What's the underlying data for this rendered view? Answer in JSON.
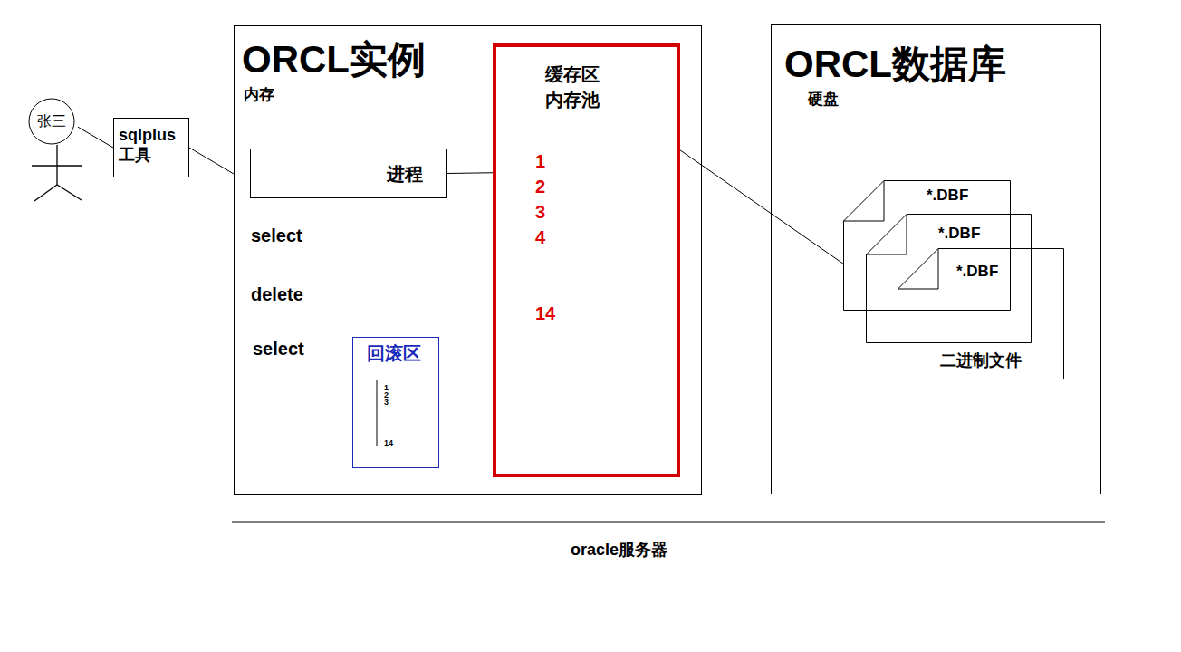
{
  "diagram": {
    "nodes": [
      {
        "text": [
          "张三"
        ]
      },
      {
        "text": [
          "sqlplus 工具"
        ]
      },
      {
        "text": [
          "ORCL实例",
          "内存"
        ]
      },
      {
        "text": [
          "进程"
        ],
        "in": 2
      },
      {
        "text": [
          "回滚区",
          "1",
          "2",
          "3",
          "14"
        ],
        "in": 2
      },
      {
        "text": [
          "缓存区 内存池",
          "1",
          "2",
          "3",
          "4",
          "14"
        ],
        "in": 2
      },
      {
        "text": [
          "ORCL数据库",
          "硬盘"
        ]
      },
      {
        "text": [
          "*.DBF"
        ],
        "in": 6
      },
      {
        "text": [
          "*.DBF"
        ],
        "in": 6
      },
      {
        "text": [
          "*.DBF",
          "二进制文件"
        ],
        "in": 6
      }
    ],
    "edges": [
      {
        "from": 0,
        "to": 1,
        "arrow": "none"
      },
      {
        "from": 1,
        "to": 2,
        "arrow": "none"
      },
      {
        "from": 3,
        "to": 5,
        "arrow": "none"
      },
      {
        "from": 5,
        "to": 7,
        "arrow": "none"
      }
    ],
    "labels": [
      "select",
      "delete",
      "select",
      "oracle服务器"
    ]
  }
}
